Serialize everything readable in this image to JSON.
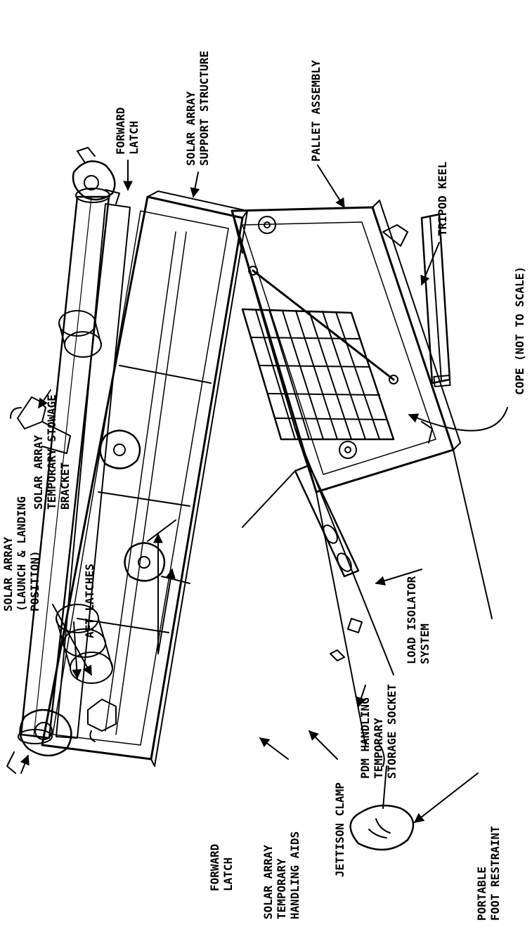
{
  "labels": {
    "solar_array_support_structure": [
      "SOLAR ARRAY",
      "SUPPORT STRUCTURE"
    ],
    "forward_latch_top": [
      "FORWARD",
      "LATCH"
    ],
    "pallet_assembly": [
      "PALLET ASSEMBLY"
    ],
    "tripod_keel": [
      "TRIPOD KEEL"
    ],
    "cope": [
      "COPE  (NOT TO SCALE)"
    ],
    "solar_array_stowage": [
      "SOLAR ARRAY",
      "TEMPORARY STOWAGE",
      "BRACKET"
    ],
    "solar_array_launch": [
      "SOLAR ARRAY",
      "(LAUNCH & LANDING",
      "POSITION)"
    ],
    "aft_latches": [
      "AFT LATCHES"
    ],
    "load_isolator": [
      "LOAD ISOLATOR",
      "SYSTEM"
    ],
    "pdm_handling": [
      "PDM HANDLING",
      "TEMPORARY",
      "STORAGE SOCKET"
    ],
    "portable_foot_restraint": [
      "PORTABLE",
      "FOOT RESTRAINT"
    ],
    "forward_latch_bottom": [
      "FORWARD",
      "LATCH"
    ],
    "solar_array_handling_aids": [
      "SOLAR ARRAY",
      "TEMPORARY",
      "HANDLING AIDS"
    ],
    "jettison_clamp": [
      "JETTISON CLAMP"
    ]
  }
}
